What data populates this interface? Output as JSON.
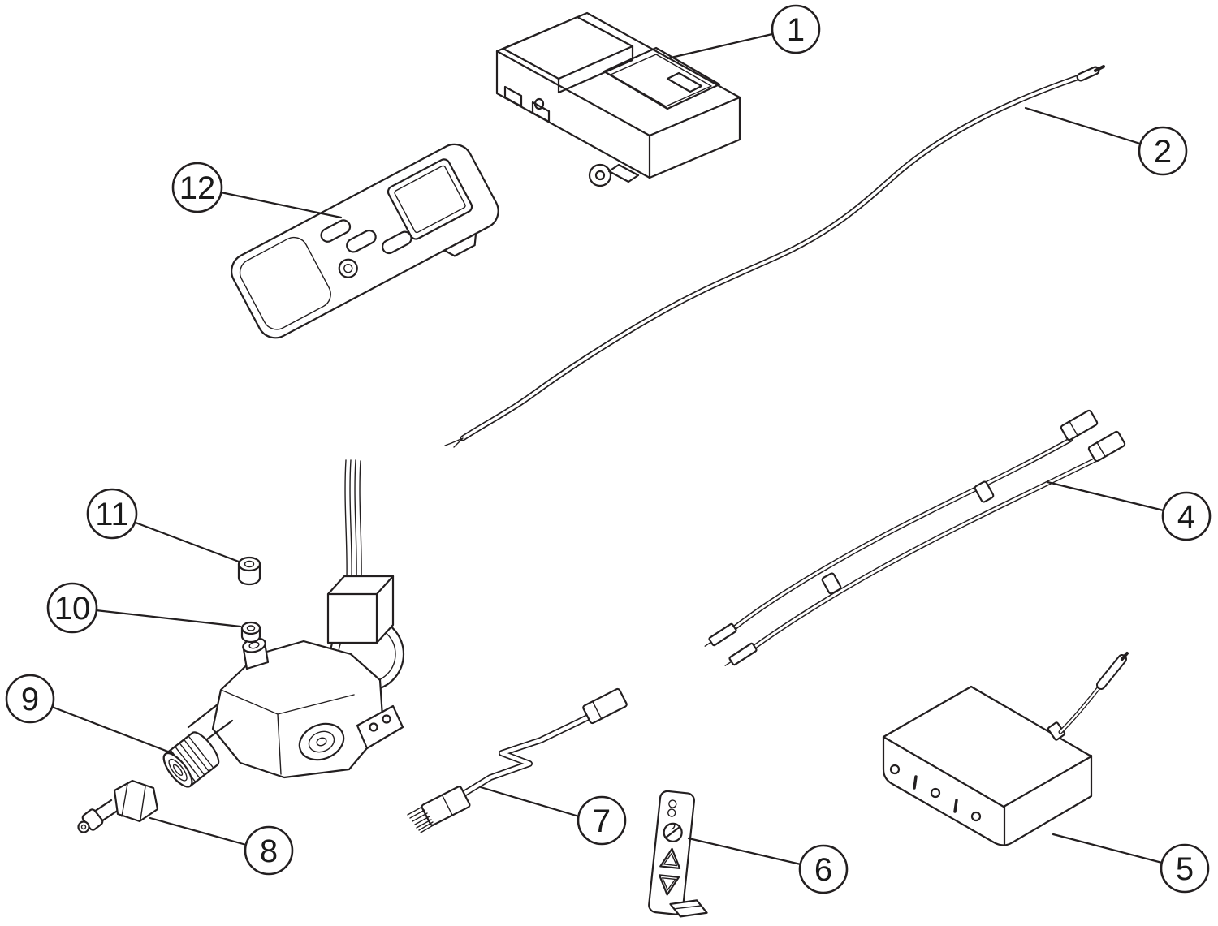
{
  "diagram": {
    "background_color": "#ffffff",
    "line_color": "#231f20",
    "callouts": [
      {
        "number": "1"
      },
      {
        "number": "2"
      },
      {
        "number": "4"
      },
      {
        "number": "5"
      },
      {
        "number": "6"
      },
      {
        "number": "7"
      },
      {
        "number": "8"
      },
      {
        "number": "9"
      },
      {
        "number": "10"
      },
      {
        "number": "11"
      },
      {
        "number": "12"
      }
    ]
  }
}
